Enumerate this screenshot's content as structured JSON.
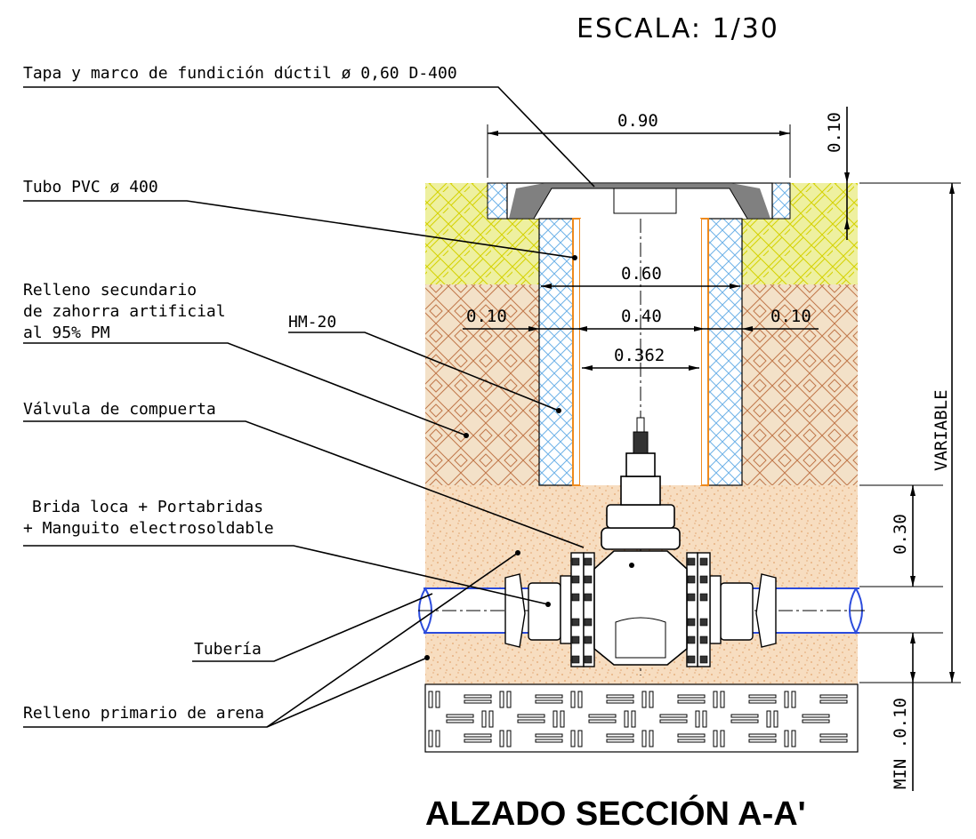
{
  "scale": "ESCALA:  1/30",
  "title": "ALZADO SECCIÓN A-A'",
  "labels": {
    "tapa": "Tapa y marco de fundición dúctil ø 0,60 D-400",
    "tubo_pvc": "Tubo PVC ø 400",
    "relleno_sec_1": "Relleno secundario",
    "relleno_sec_2": "de zahorra artificial",
    "relleno_sec_3": "al 95% PM",
    "hm20": "HM-20",
    "valvula": "Válvula de compuerta",
    "brida_1": "Brida loca + Portabridas",
    "brida_2": "+ Manguito electrosoldable",
    "tuberia": "Tubería",
    "relleno_prim": "Relleno primario de arena"
  },
  "dimensions": {
    "d090": "0.90",
    "d010_top": "0.10",
    "d060": "0.60",
    "d010_left": "0.10",
    "d040": "0.40",
    "d010_right": "0.10",
    "d0362": "0.362",
    "variable": "VARIABLE",
    "d030": "0.30",
    "dmin": "MIN .0.10"
  },
  "colors": {
    "top_fill": "#eef0a0",
    "top_hatch": "#d4d200",
    "mid_fill": "#f3e1c8",
    "mid_hatch": "#c0774a",
    "sand_fill": "#f7ddc0",
    "sand_dot": "#e3a46e",
    "concrete_hatch": "#6fb2e8",
    "orange": "#ee8a1d",
    "pipe_blue": "#2b4bdc"
  }
}
